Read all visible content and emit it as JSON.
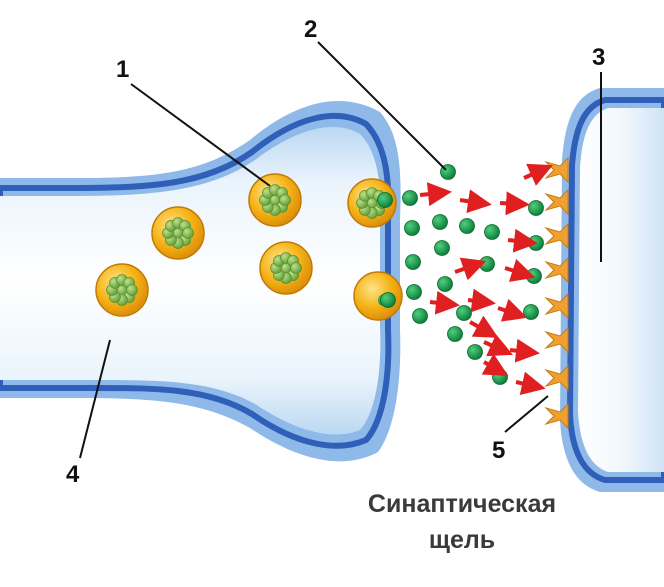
{
  "labels": {
    "l1": "1",
    "l2": "2",
    "l3": "3",
    "l4": "4",
    "l5": "5"
  },
  "caption": {
    "line1": "Синаптическая",
    "line2": "щель"
  },
  "colors": {
    "membrane_dark": "#2f5fb8",
    "membrane_light": "#8fb9e8",
    "cytoplasm": "#e9f4fc",
    "vesicle_shell": "#f2b016",
    "vesicle_inner": "#7ab84a",
    "mediator": "#11994a",
    "arrow": "#e02020",
    "receptor": "#f0a030",
    "line": "#111111"
  }
}
